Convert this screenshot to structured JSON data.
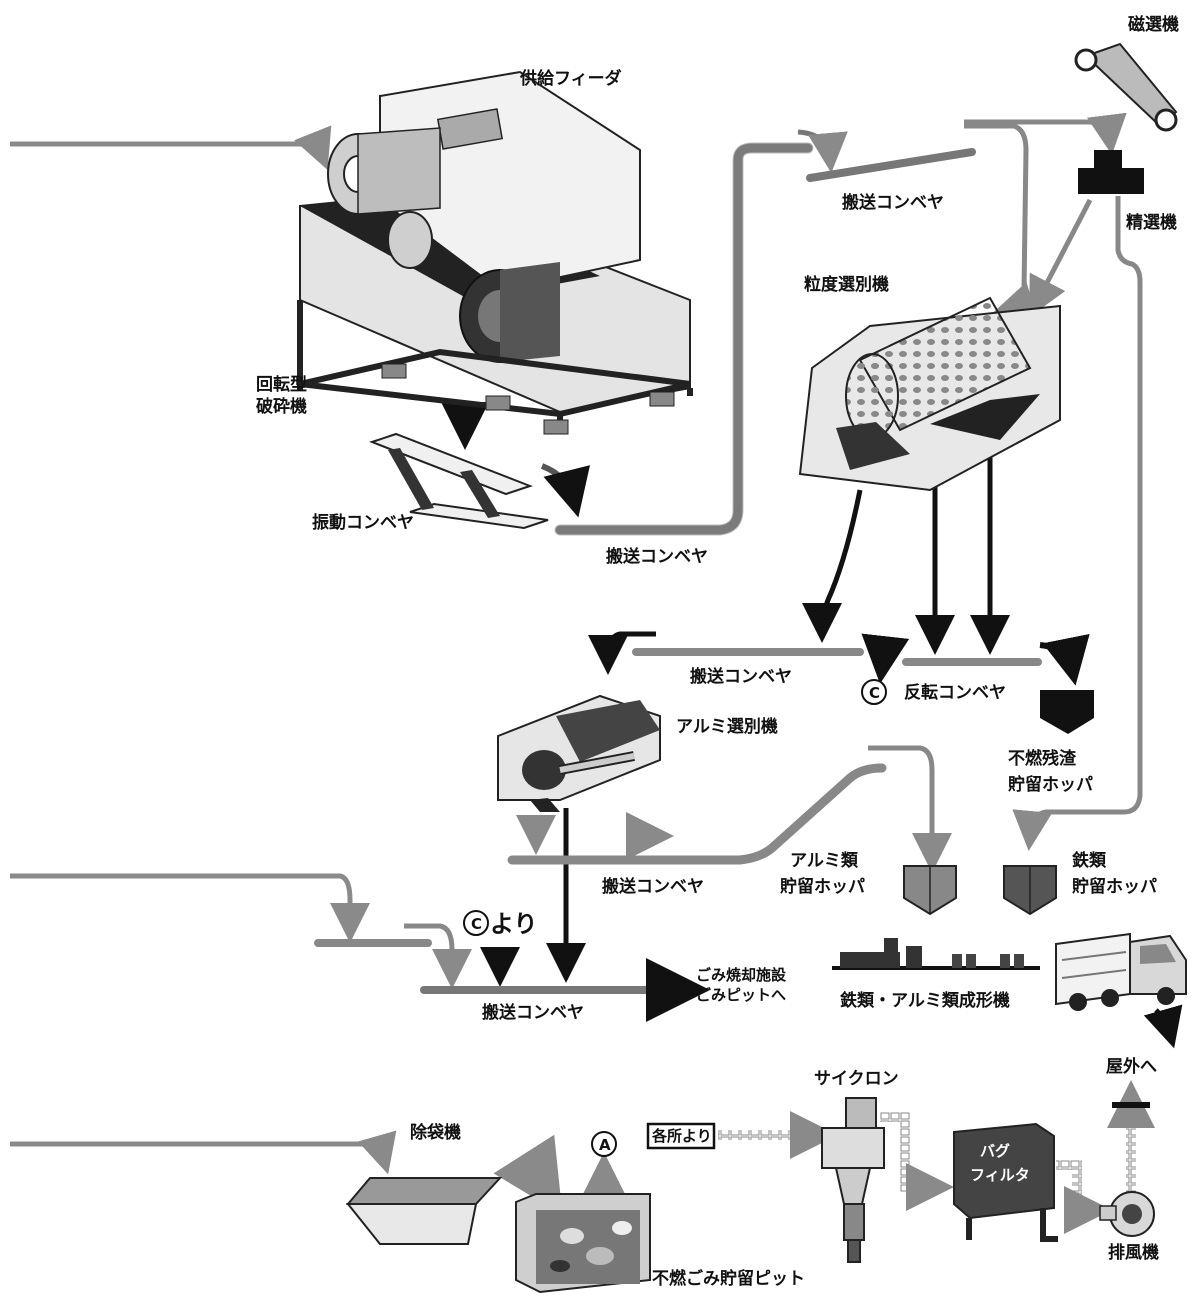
{
  "labels": {
    "feeder": "供給フィーダ",
    "magnetic_separator": "磁選機",
    "fine_separator": "精選機",
    "conveyor_top_right": "搬送コンベヤ",
    "size_separator": "粒度選別機",
    "rotary_crusher_line1": "回転型",
    "rotary_crusher_line2": "破砕機",
    "vibrating_conveyor": "振動コンベヤ",
    "conveyor_middle": "搬送コンベヤ",
    "conveyor_to_aluminum": "搬送コンベヤ",
    "reversing_conveyor": "反転コンベヤ",
    "circle_c": "C",
    "aluminum_separator": "アルミ選別機",
    "residue_hopper_line1": "不燃残渣",
    "residue_hopper_line2": "貯留ホッパ",
    "aluminum_hopper_line1": "アルミ類",
    "aluminum_hopper_line2": "貯留ホッパ",
    "iron_hopper_line1": "鉄類",
    "iron_hopper_line2": "貯留ホッパ",
    "conveyor_lower": "搬送コンベヤ",
    "from_c_suffix": "より",
    "to_incineration_line1": "ごみ焼却施設",
    "to_incineration_line2": "ごみピットへ",
    "bottom_conveyor": "搬送コンベヤ",
    "compactor": "鉄類・アルミ類成形機",
    "cyclone": "サイクロン",
    "to_outdoor": "屋外へ",
    "bag_opener": "除袋機",
    "circle_a": "A",
    "from_various": "各所より",
    "bag_filter_line1": "バグ",
    "bag_filter_line2": "フィルタ",
    "exhaust_fan": "排風機",
    "pit": "不燃ごみ貯留ピット"
  },
  "icons": [
    "rotary-crusher-icon",
    "vibrating-conveyor-icon",
    "trommel-screen-icon",
    "magnetic-separator-icon",
    "fine-separator-icon",
    "aluminum-separator-icon",
    "hopper-icon",
    "compactor-icon",
    "truck-icon",
    "bag-opener-icon",
    "pit-icon",
    "cyclone-icon",
    "bag-filter-icon",
    "exhaust-fan-icon"
  ],
  "colors": {
    "flow_gray": "#8a8a8a",
    "flow_black": "#111111",
    "machine_dark": "#2a2a2a",
    "machine_mid": "#9a9a9a",
    "machine_light": "#d8d8d8"
  }
}
